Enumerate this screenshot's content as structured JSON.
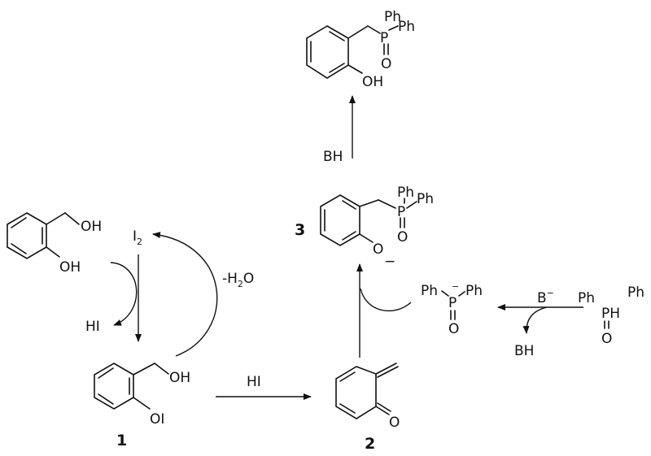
{
  "compounds": {
    "start": {
      "oh_side": "OH",
      "oh_ring": "OH"
    },
    "c1": {
      "label": "1",
      "oh": "OH",
      "oi": "OI"
    },
    "c2": {
      "label": "2",
      "o": "O"
    },
    "c3": {
      "label": "3",
      "ph1": "Ph",
      "ph2": "Ph",
      "p": "P",
      "o": "O",
      "o_minus": "O",
      "charge": "−"
    },
    "product": {
      "ph1": "Ph",
      "ph2": "Ph",
      "p": "P",
      "o": "O",
      "oh": "OH"
    },
    "phosphinite_anion": {
      "ph1": "Ph",
      "ph2": "Ph",
      "p": "P",
      "o": "O",
      "charge": "−"
    },
    "diphenylphosphine_oxide": {
      "ph1": "Ph",
      "ph2": "Ph",
      "ph": "PH",
      "o": "O"
    }
  },
  "reagents": {
    "i2": "I",
    "i2_sub": "2",
    "hi_byproduct": "HI",
    "minus_h2o": "-H",
    "minus_h2o_sub": "2",
    "minus_h2o_o": "O",
    "hi_reagent": "HI",
    "bh_top": "BH",
    "base": "B",
    "base_charge": "−",
    "bh_bottom": "BH"
  }
}
